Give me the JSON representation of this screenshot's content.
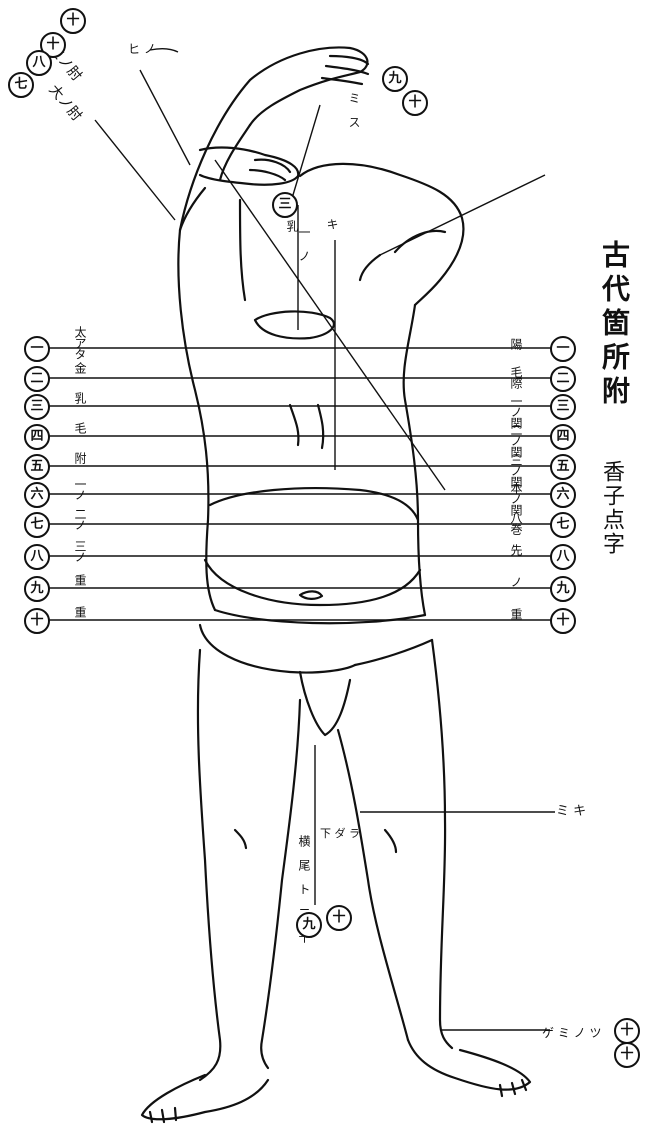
{
  "title": "古代箇所附",
  "subtitle": "香子点字",
  "right_labels": [
    "陽",
    "毛際",
    "一ノ関",
    "二ノ関",
    "三ノ関",
    "本ノ関",
    "八巻",
    "先",
    "ノ",
    "重"
  ],
  "right_numbers": [
    "一",
    "二",
    "三",
    "四",
    "五",
    "六",
    "七",
    "八",
    "九",
    "十"
  ],
  "left_labels": [
    "太アタ",
    "金",
    "乳",
    "毛",
    "附",
    "一ノ",
    "二ノ",
    "三ノ",
    "重",
    "重"
  ],
  "left_numbers": [
    "一",
    "二",
    "三",
    "四",
    "五",
    "六",
    "七",
    "八",
    "九",
    "十"
  ],
  "top_labels": {
    "arm_upper": "三ノ肘",
    "arm_lower": "大ノ肘",
    "head_right": "ミ ス",
    "top_tick": "ヒ ノ",
    "head_num_1": "十",
    "head_num_2": "十",
    "head_num_3": "八",
    "head_num_4": "七",
    "right_num_1": "九",
    "right_num_2": "十",
    "right_num_3": "三"
  },
  "center_labels": {
    "chest_left": "乳",
    "chest_mid": "一 ノ",
    "chest_right": "キ"
  },
  "lower_labels": {
    "knee_right": "ミ キ",
    "crotch_text_1": "下 ダ ラ",
    "crotch_text_2": "横 尾 ト 二 十",
    "crotch_num_1": "十",
    "crotch_num_2": "九",
    "foot_right": "ゲ ミ ノ ツ",
    "foot_num_1": "十",
    "foot_num_2": "十"
  }
}
